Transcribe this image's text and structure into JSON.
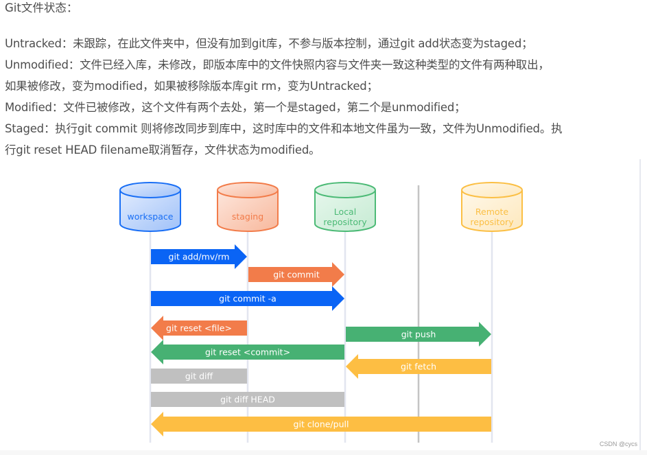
{
  "heading": "Git文件状态：",
  "paragraphs": [
    "Untracked：未跟踪，在此文件夹中，但没有加到git库，不参与版本控制，通过git add状态变为staged；",
    "Unmodified：文件已经入库，未修改，即版本库中的文件快照内容与文件夹一致这种类型的文件有两种取出，",
    "如果被修改，变为modified，如果被移除版本库git rm，变为Untracked；",
    "Modified：文件已被修改，这个文件有两个去处，第一个是staged，第二个是unmodified；",
    "Staged：执行git commit 则将修改同步到库中，这时库中的文件和本地文件虽为一致，文件为Unmodified。执",
    "行git reset HEAD filename取消暂存，文件状态为modified。"
  ],
  "diagram": {
    "nodes": [
      {
        "id": "workspace",
        "label_lines": [
          "workspace"
        ],
        "color": "#1a6ff5",
        "fill": "#c9dcfb"
      },
      {
        "id": "staging",
        "label_lines": [
          "staging"
        ],
        "color": "#f27c4a",
        "fill": "#fbd8c8"
      },
      {
        "id": "local",
        "label_lines": [
          "Local",
          "repository"
        ],
        "color": "#4cba76",
        "fill": "#d5f0df"
      },
      {
        "id": "remote",
        "label_lines": [
          "Remote",
          "repository"
        ],
        "color": "#fbbf44",
        "fill": "#fdefd0"
      }
    ],
    "arrows": [
      {
        "label": "git add/mv/rm",
        "from": "workspace",
        "to": "staging",
        "direction": "right",
        "color": "#0a64f5"
      },
      {
        "label": "git commit",
        "from": "staging",
        "to": "local",
        "direction": "right",
        "color": "#f27c4a"
      },
      {
        "label": "git commit -a",
        "from": "workspace",
        "to": "local",
        "direction": "right",
        "color": "#0a64f5"
      },
      {
        "label": "git reset <file>",
        "from": "staging",
        "to": "workspace",
        "direction": "left",
        "color": "#f27c4a"
      },
      {
        "label": "git push",
        "from": "local",
        "to": "remote",
        "direction": "right",
        "color": "#47b173"
      },
      {
        "label": "git reset <commit>",
        "from": "local",
        "to": "workspace",
        "direction": "left",
        "color": "#47b173"
      },
      {
        "label": "git fetch",
        "from": "remote",
        "to": "local",
        "direction": "left",
        "color": "#fdbe43"
      },
      {
        "label": "git diff",
        "from": "workspace",
        "to": "staging",
        "direction": "none",
        "color": "#c0c0c0"
      },
      {
        "label": "git diff HEAD",
        "from": "workspace",
        "to": "local",
        "direction": "none",
        "color": "#c0c0c0"
      },
      {
        "label": "git clone/pull",
        "from": "remote",
        "to": "workspace",
        "direction": "left",
        "color": "#fdbe43"
      }
    ]
  },
  "watermark": "CSDN @cycs"
}
